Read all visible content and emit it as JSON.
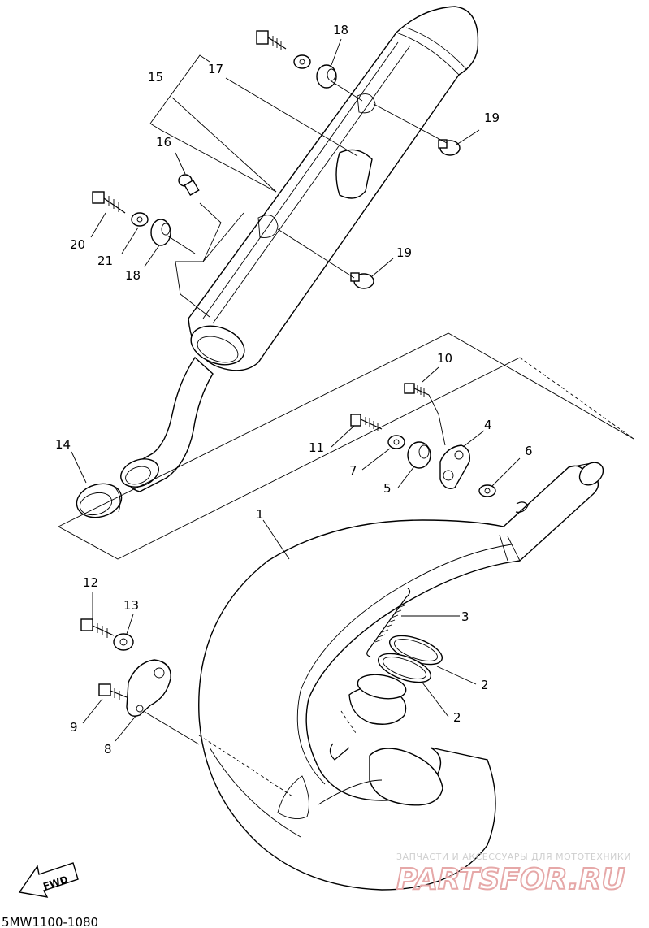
{
  "diagram": {
    "drawing_code": "5MW1100-1080",
    "direction_label": "FWD",
    "callouts": [
      {
        "id": "c1",
        "label": "1"
      },
      {
        "id": "c2a",
        "label": "2"
      },
      {
        "id": "c2b",
        "label": "2"
      },
      {
        "id": "c3",
        "label": "3"
      },
      {
        "id": "c4",
        "label": "4"
      },
      {
        "id": "c5",
        "label": "5"
      },
      {
        "id": "c6",
        "label": "6"
      },
      {
        "id": "c7",
        "label": "7"
      },
      {
        "id": "c8",
        "label": "8"
      },
      {
        "id": "c9",
        "label": "9"
      },
      {
        "id": "c10",
        "label": "10"
      },
      {
        "id": "c11",
        "label": "11"
      },
      {
        "id": "c12",
        "label": "12"
      },
      {
        "id": "c13",
        "label": "13"
      },
      {
        "id": "c14",
        "label": "14"
      },
      {
        "id": "c15",
        "label": "15"
      },
      {
        "id": "c16",
        "label": "16"
      },
      {
        "id": "c17",
        "label": "17"
      },
      {
        "id": "c18a",
        "label": "18"
      },
      {
        "id": "c18b",
        "label": "18"
      },
      {
        "id": "c19a",
        "label": "19"
      },
      {
        "id": "c19b",
        "label": "19"
      },
      {
        "id": "c20",
        "label": "20"
      },
      {
        "id": "c21",
        "label": "21"
      }
    ]
  },
  "watermark": {
    "tagline": "ЗАПЧАСТИ И АКСЕССУАРЫ ДЛЯ МОТОТЕХНИКИ",
    "brand": "PARTSFOR.RU"
  }
}
